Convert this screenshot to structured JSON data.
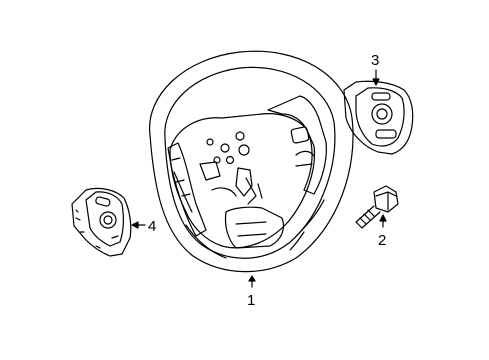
{
  "diagram": {
    "callouts": [
      {
        "label": "1",
        "part": "steering-wheel"
      },
      {
        "label": "2",
        "part": "bolt"
      },
      {
        "label": "3",
        "part": "right-control-switch"
      },
      {
        "label": "4",
        "part": "left-control-switch"
      }
    ],
    "colors": {
      "line": "#000000",
      "background": "#ffffff"
    }
  }
}
